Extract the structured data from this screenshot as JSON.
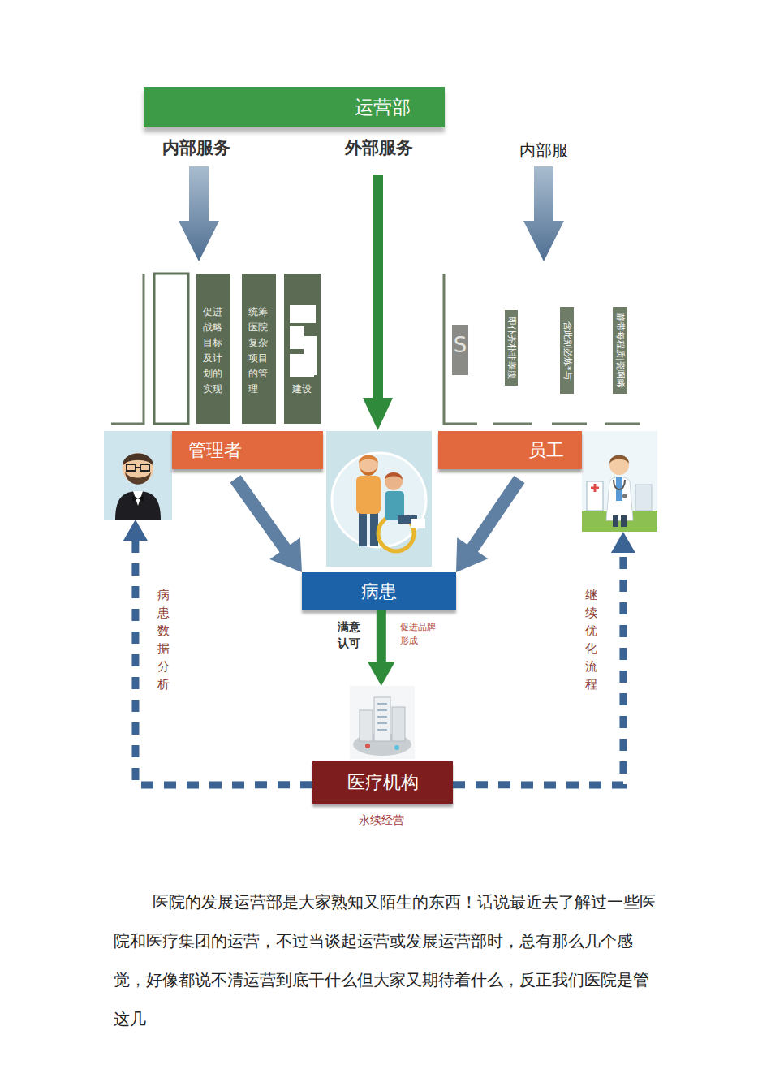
{
  "diagram": {
    "nodes": [
      {
        "text": [
          "运营部"
        ]
      },
      {
        "text": [
          "促进战略目标及计划的实现"
        ]
      },
      {
        "text": [
          "统筹医院复杂项目的管理"
        ]
      },
      {
        "text": [
          "建设"
        ]
      },
      {
        "text": [
          "S"
        ]
      },
      {
        "text": [
          "即仆齐朴非睾腹"
        ]
      },
      {
        "text": [
          "含此别必炼*与"
        ]
      },
      {
        "text": [
          "静带每程质|瓷啊睎"
        ]
      },
      {
        "text": [
          "管理者"
        ]
      },
      {
        "text": [
          "员工"
        ]
      },
      {
        "text": [
          "病患"
        ]
      },
      {
        "text": [
          "医疗机构"
        ]
      }
    ],
    "edges": [
      {
        "from": 8,
        "to": 10,
        "arrow": "to"
      },
      {
        "from": 9,
        "to": 10,
        "arrow": "to"
      },
      {
        "from": 10,
        "to": 11,
        "label": "满意认可",
        "arrow": "to"
      },
      {
        "from": 11,
        "to": 8,
        "label": "病患数据分析",
        "arrow": "to"
      },
      {
        "from": 11,
        "to": 9,
        "label": "继续优化流程",
        "arrow": "to"
      }
    ],
    "labels": [
      "内部服务",
      "外部服务",
      "内部服",
      "促进品牌形成",
      "永续经营",
      "医院的发展运营部是大家熟知又陌生的东西！话说最近去了解过一些医院和医疗集团的运营，不过当谈起运营或发展运营部时，总有那么几个感觉，好像都说不清运营到底干什么但大家又期待着什么，反正我们医院是管这几"
    ]
  }
}
